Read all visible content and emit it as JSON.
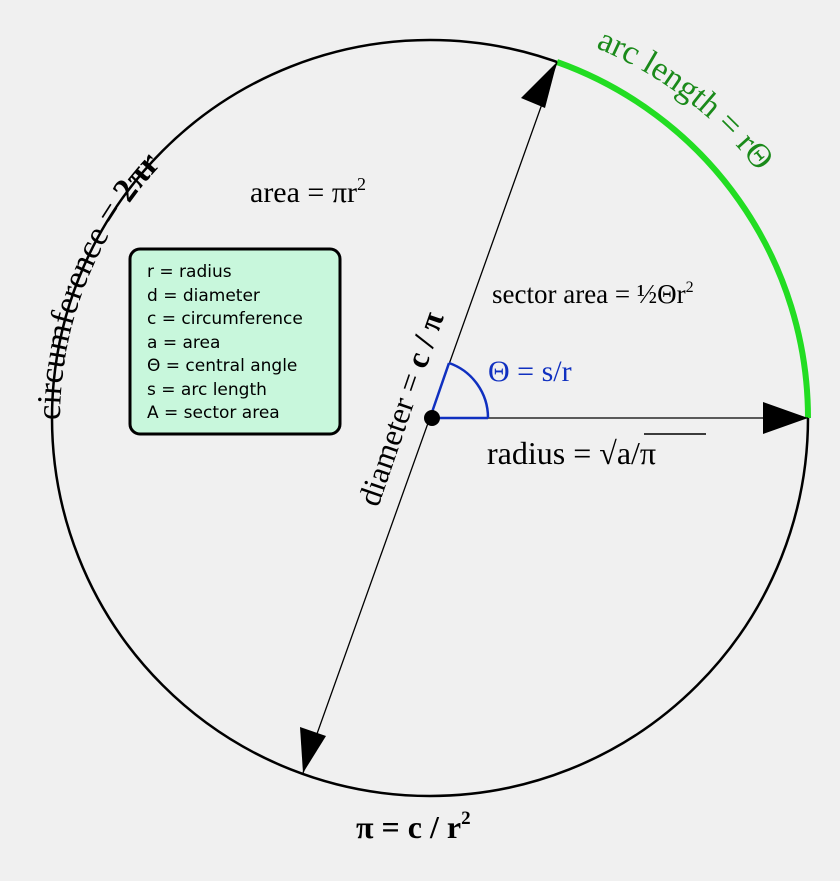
{
  "colors": {
    "background": "#f0f0f0",
    "circle": "#000000",
    "arc": "#22dd22",
    "arc_label": "#1a8a1a",
    "angle": "#1030c0",
    "legend_fill": "#c8f7dc",
    "legend_border": "#000000"
  },
  "labels": {
    "circumference_prefix": "circumference = ",
    "circumference_formula": "2πr",
    "area_prefix": "area = πr",
    "area_sup": "2",
    "diameter_prefix": "diameter = ",
    "diameter_formula": "c / π",
    "sector_prefix": "sector area = ½Θr",
    "sector_sup": "2",
    "angle": "Θ = s/r",
    "radius_prefix": "radius = ",
    "radius_radical": "√",
    "radius_formula": "a/π",
    "arc_length": "arc length = rΘ",
    "pi_formula": "π = c / r",
    "pi_sup": "2"
  },
  "legend": {
    "items": [
      "r = radius",
      "d = diameter",
      "c = circumference",
      "a = area",
      "Θ = central angle",
      "s = arc length",
      "A = sector area"
    ]
  }
}
